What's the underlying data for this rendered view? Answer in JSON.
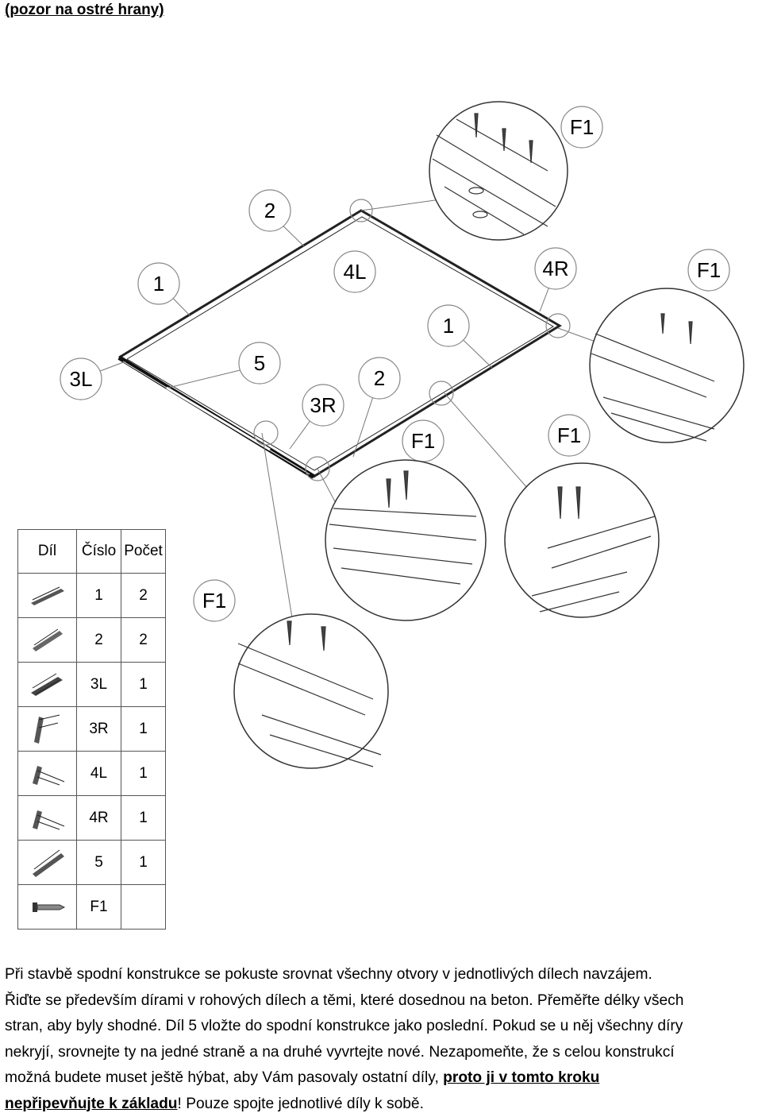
{
  "header": "(pozor na ostré hrany)",
  "callouts": {
    "c_3L": "3L",
    "c_1a": "1",
    "c_2a": "2",
    "c_4L": "4L",
    "c_4R": "4R",
    "c_1b": "1",
    "c_5": "5",
    "c_3R": "3R",
    "c_2b": "2",
    "f1_a": "F1",
    "f1_b": "F1",
    "f1_c": "F1",
    "f1_d": "F1",
    "f1_e": "F1"
  },
  "table": {
    "headers": [
      "Díl",
      "Číslo",
      "Počet"
    ],
    "rows": [
      {
        "icon": "profile-1-icon",
        "number": "1",
        "count": "2"
      },
      {
        "icon": "profile-2-icon",
        "number": "2",
        "count": "2"
      },
      {
        "icon": "profile-3l-icon",
        "number": "3L",
        "count": "1"
      },
      {
        "icon": "profile-3r-icon",
        "number": "3R",
        "count": "1"
      },
      {
        "icon": "profile-4l-icon",
        "number": "4L",
        "count": "1"
      },
      {
        "icon": "profile-4r-icon",
        "number": "4R",
        "count": "1"
      },
      {
        "icon": "profile-5-icon",
        "number": "5",
        "count": "1"
      },
      {
        "icon": "screw-icon",
        "number": "F1",
        "count": ""
      }
    ]
  },
  "paragraph": {
    "line1": "Při stavbě spodní konstrukce se pokuste srovnat všechny otvory v jednotlivých dílech navzájem.",
    "line2": "Řiďte se především dírami v rohových dílech a těmi, které dosednou na beton. Přeměřte délky všech",
    "line3": "stran, aby byly shodné. Díl 5 vložte do spodní konstrukce jako poslední. Pokud se u něj všechny díry",
    "line4": "nekryjí, srovnejte ty na jedné straně a na druhé vyvrtejte nové. Nezapomeňte, že s celou konstrukcí",
    "line5_a": "možná budete muset ještě hýbat, aby Vám pasovaly ostatní díly, ",
    "line5_b": "proto ji v tomto kroku",
    "line6_a": "nepřipevňujte k základu",
    "line6_b": "! Pouze spojte jednotlivé díly k sobě."
  }
}
